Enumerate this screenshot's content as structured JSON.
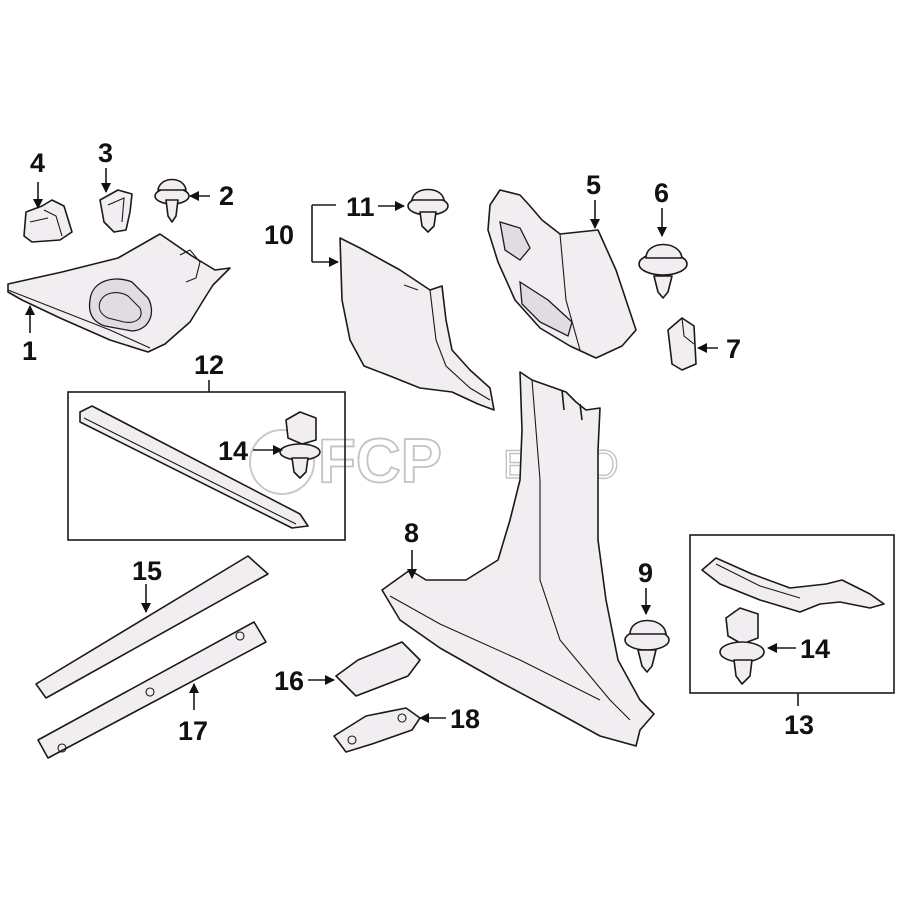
{
  "diagram": {
    "callouts": {
      "c1": "1",
      "c2": "2",
      "c3": "3",
      "c4": "4",
      "c5": "5",
      "c6": "6",
      "c7": "7",
      "c8": "8",
      "c9": "9",
      "c10": "10",
      "c11": "11",
      "c12": "12",
      "c13": "13",
      "c14a": "14",
      "c14b": "14",
      "c15": "15",
      "c16": "16",
      "c17": "17",
      "c18": "18"
    },
    "watermark": {
      "brand": "FCP",
      "suffix": "EURO"
    }
  }
}
